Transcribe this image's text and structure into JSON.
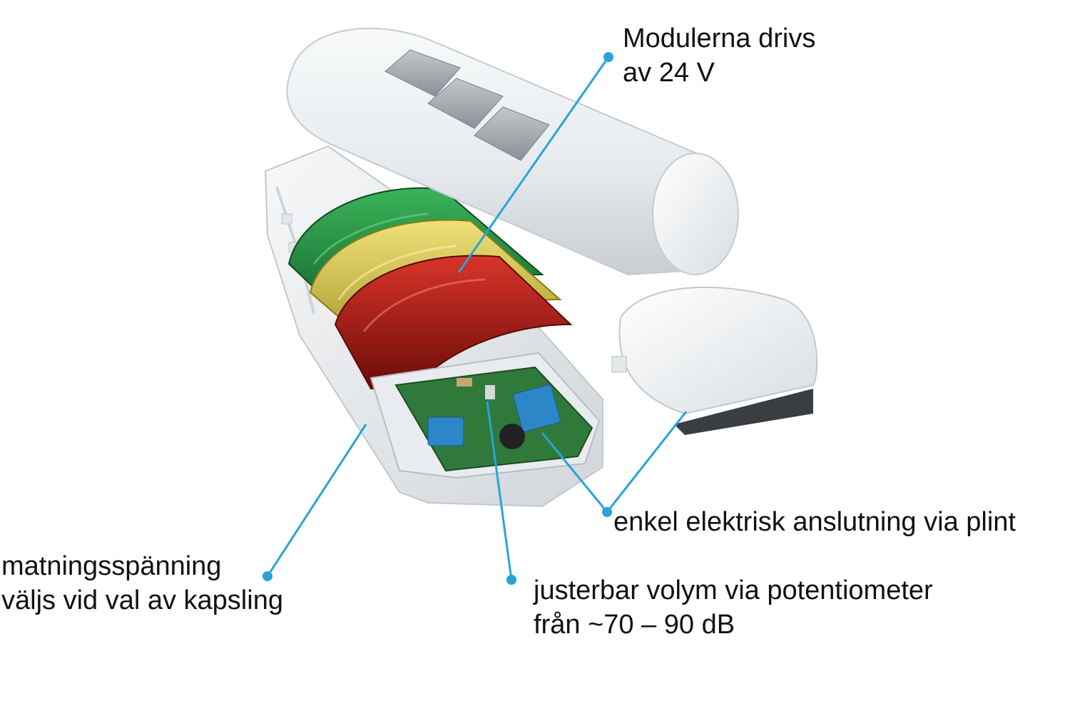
{
  "callouts": {
    "power": {
      "line1": "Modulerna drivs",
      "line2": "av 24 V"
    },
    "supply": {
      "line1": "matningsspänning",
      "line2": "väljs vid val av kapsling"
    },
    "terminal": {
      "line1": "enkel elektrisk anslutning via plint"
    },
    "volume": {
      "line1": "justerbar volym via potentiometer",
      "line2": "från ~70 – 90 dB"
    }
  },
  "colors": {
    "leader_line": "#29a3db",
    "lens_green": "#1e8a3c",
    "lens_yellow": "#d8c63a",
    "lens_red": "#b01e18",
    "housing": "#eef1f4",
    "pcb": "#2f7a3a",
    "terminal_block": "#2d86c8"
  }
}
